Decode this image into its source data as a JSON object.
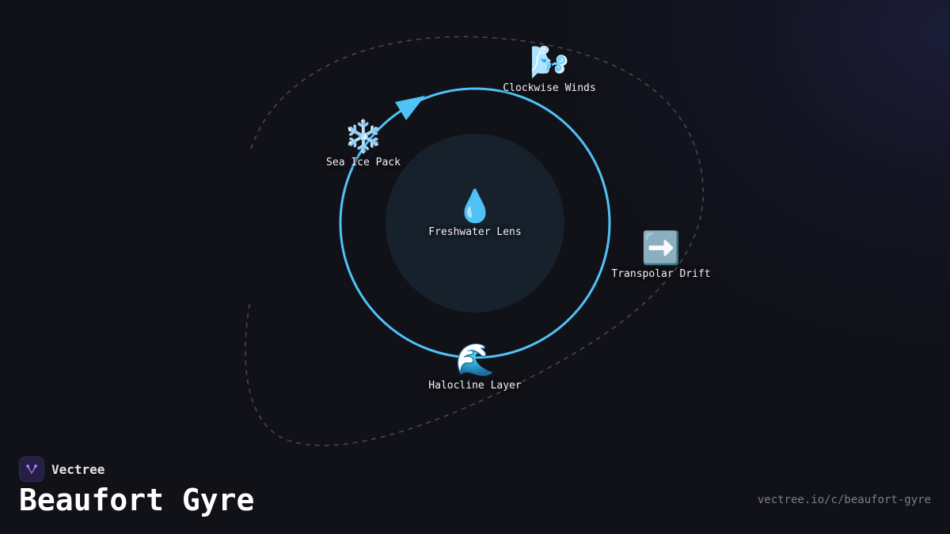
{
  "diagram": {
    "colors": {
      "background": "#111118",
      "ring": "#4fc3f7",
      "center_disc": "#16212b",
      "dashed_path": "#4a4a50",
      "label": "#f2f2f2"
    },
    "center": {
      "icon": "droplet-icon",
      "emoji": "💧",
      "label": "Freshwater Lens"
    },
    "nodes": [
      {
        "id": "clockwise-winds",
        "icon": "wind-face-icon",
        "emoji": "🌬️",
        "label": "Clockwise Winds"
      },
      {
        "id": "sea-ice-pack",
        "icon": "snowflake-icon",
        "emoji": "❄️",
        "label": "Sea Ice Pack"
      },
      {
        "id": "transpolar-drift",
        "icon": "right-arrow-icon",
        "emoji": "➡️",
        "label": "Transpolar Drift"
      },
      {
        "id": "halocline-layer",
        "icon": "water-wave-icon",
        "emoji": "🌊",
        "label": "Halocline Layer"
      }
    ],
    "flow_direction": "clockwise"
  },
  "footer": {
    "brand_name": "Vectree",
    "title": "Beaufort Gyre",
    "url": "vectree.io/c/beaufort-gyre"
  }
}
